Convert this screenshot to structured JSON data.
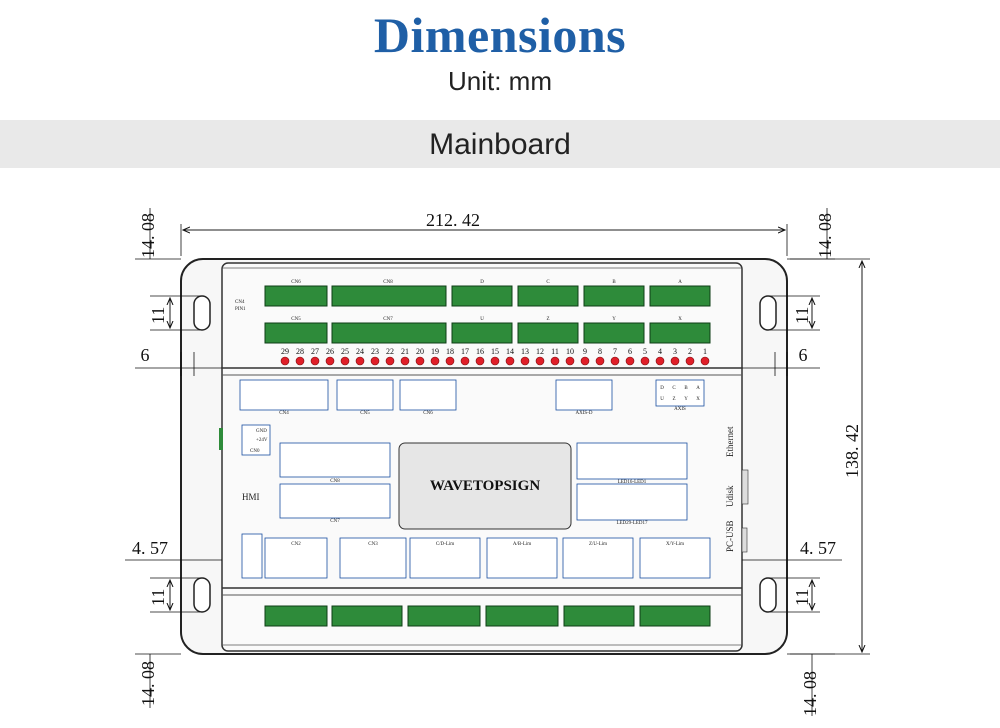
{
  "header": {
    "title": "Dimensions",
    "unit": "Unit: mm"
  },
  "section": {
    "label": "Mainboard"
  },
  "dimensions": {
    "width": "212. 42",
    "height": "138. 42",
    "top_left_offset": "14. 08",
    "top_right_offset": "14. 08",
    "bottom_left_offset": "14. 08",
    "bottom_right_offset": "14. 08",
    "slot_top_left": "11",
    "slot_top_right": "11",
    "slot_bottom_left": "11",
    "slot_bottom_right": "11",
    "edge_left": "6",
    "edge_right": "6",
    "hole_left": "4. 57",
    "hole_right": "4. 57"
  },
  "board": {
    "brand": "WAVETOPSIGN",
    "hmi": "HMI",
    "cn4_pin1": "CN4",
    "pin1": "PIN1",
    "ethernet": "Ethernet",
    "udisk": "Udisk",
    "pcusb": "PC-USB",
    "top_connectors_upper": [
      "CN6",
      "CN8",
      "D",
      "C",
      "B",
      "A"
    ],
    "top_connectors_lower": [
      "CN5",
      "CN7",
      "U",
      "Z",
      "Y",
      "X"
    ],
    "pin_numbers": [
      "29",
      "28",
      "27",
      "26",
      "25",
      "24",
      "23",
      "22",
      "21",
      "20",
      "19",
      "18",
      "17",
      "16",
      "15",
      "14",
      "13",
      "12",
      "11",
      "10",
      "9",
      "8",
      "7",
      "6",
      "5",
      "4",
      "3",
      "2",
      "1"
    ],
    "labels": {
      "cn4": "CN4",
      "cn5": "CN5",
      "cn6": "CN6",
      "cn0": "CN0",
      "cn8": "CN8",
      "cn7": "CN7",
      "cn2": "CN2",
      "cn3": "CN3",
      "axis_d": "AXIS-D",
      "axis": "AXIS",
      "cd_lim": "C/D-Lim",
      "ab_lim": "A/B-Lim",
      "zu_lim": "Z/U-Lim",
      "xy_lim": "X/Y-Lim",
      "led_upper": "LED16-LED1",
      "led_lower": "LED29-LED17",
      "gnd": "GND",
      "plus24": "+24V",
      "axis_letters": [
        "D",
        "C",
        "B",
        "A",
        "U",
        "Z",
        "Y",
        "X"
      ]
    }
  }
}
